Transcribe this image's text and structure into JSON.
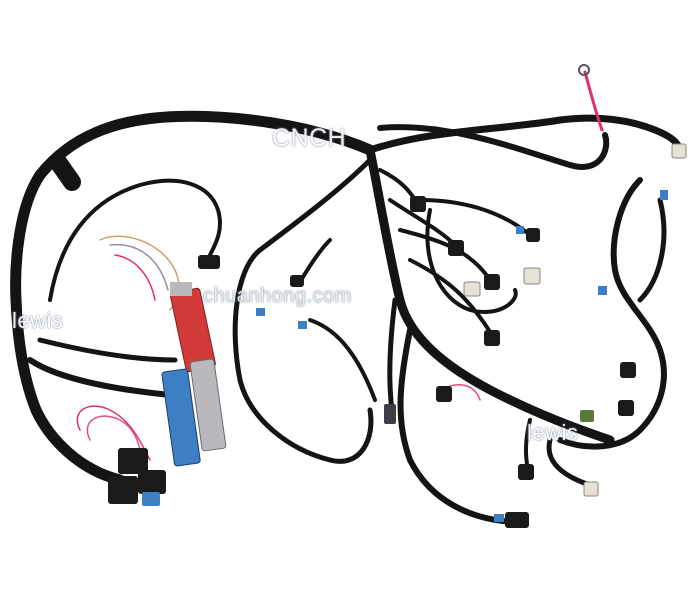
{
  "scene": {
    "subject": "engine wiring harness",
    "colors": {
      "background": "#ffffff",
      "sheath": "#141414",
      "connector": "#1a1a1a",
      "ecu_red": "#d23a3a",
      "ecu_blue": "#3d7fc4",
      "ecu_gray": "#b9b9bd",
      "wire_red": "#e0306a",
      "wire_pink": "#e0507f",
      "wire_multi": "#c9a36b"
    }
  },
  "watermarks": {
    "brand": "CNCH",
    "website": "chuanhong.com",
    "left_mark": "lewis",
    "right_mark": "lewis"
  }
}
